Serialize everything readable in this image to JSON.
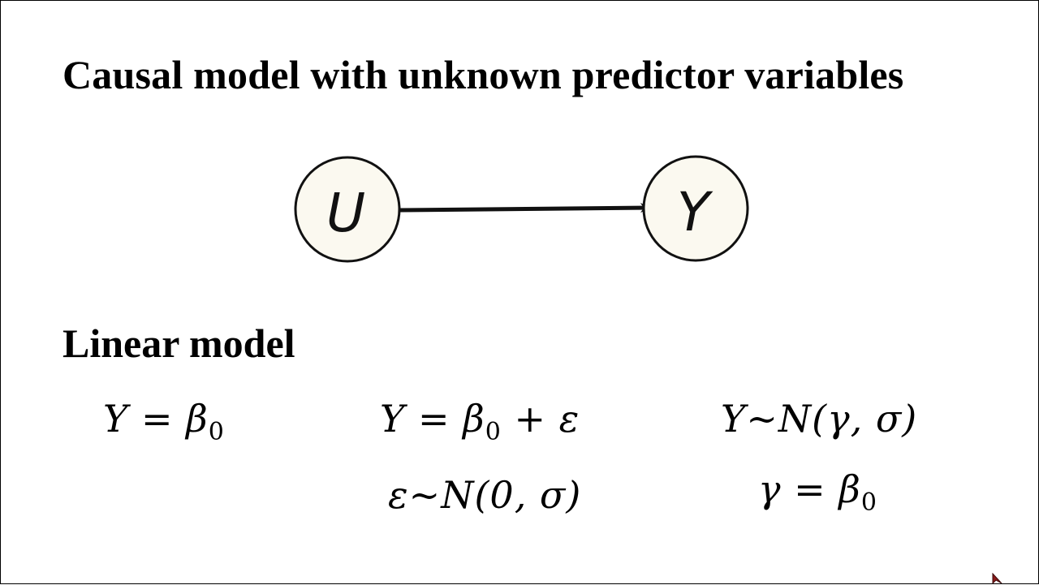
{
  "slide": {
    "title": "Causal model with unknown predictor variables",
    "section_heading": "Linear model"
  },
  "diagram": {
    "nodes": [
      {
        "id": "U",
        "label": "U"
      },
      {
        "id": "Y",
        "label": "Y"
      }
    ],
    "edges": [
      {
        "from": "U",
        "to": "Y"
      }
    ],
    "node_fill": "#fbf9f0",
    "stroke_color": "#111111"
  },
  "equations": {
    "eq1": {
      "lhs": "Y = β",
      "sub": "0",
      "rhs": ""
    },
    "eq2": {
      "lhs": "Y = β",
      "sub": "0",
      "rhs": " + ε"
    },
    "eq3": {
      "text": "ε~N(0, σ)"
    },
    "eq4": {
      "text": "Y~N(γ, σ)"
    },
    "eq5": {
      "lhs": "γ = β",
      "sub": "0",
      "rhs": ""
    }
  }
}
